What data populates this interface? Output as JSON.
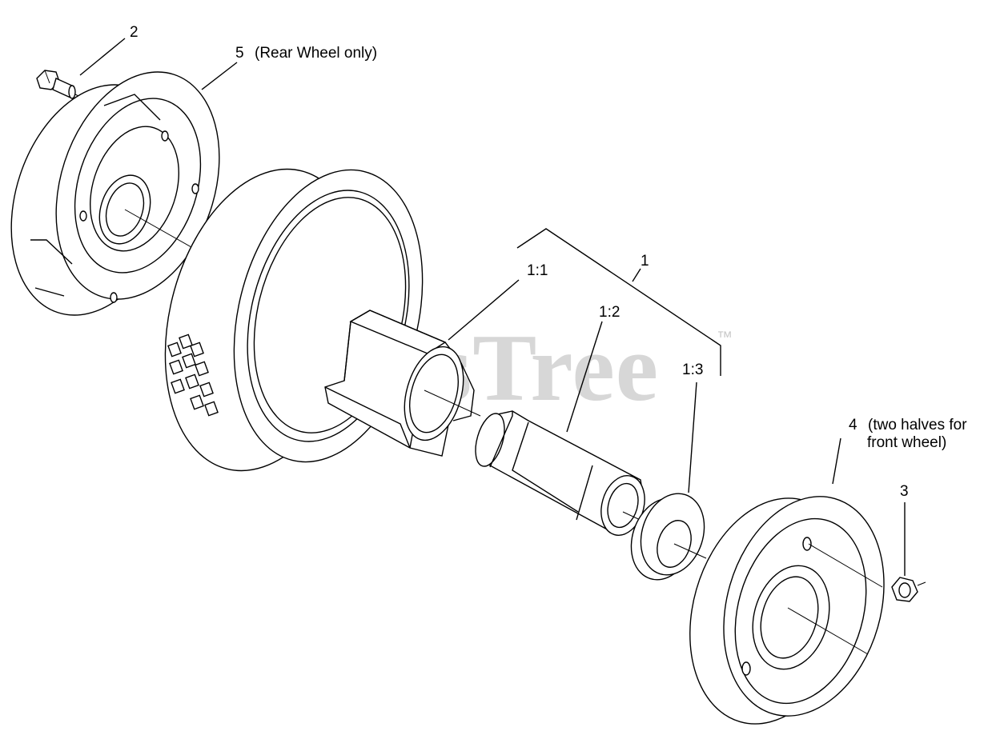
{
  "callouts": {
    "c1": "1",
    "c1_1": "1:1",
    "c1_2": "1:2",
    "c1_3": "1:3",
    "c2": "2",
    "c3": "3",
    "c4": "4",
    "c4_note_line1": "(two halves for",
    "c4_note_line2": "front wheel)",
    "c5": "5",
    "c5_note": "(Rear Wheel only)"
  },
  "watermark": {
    "text": "PartsTree",
    "trademark": "™"
  }
}
